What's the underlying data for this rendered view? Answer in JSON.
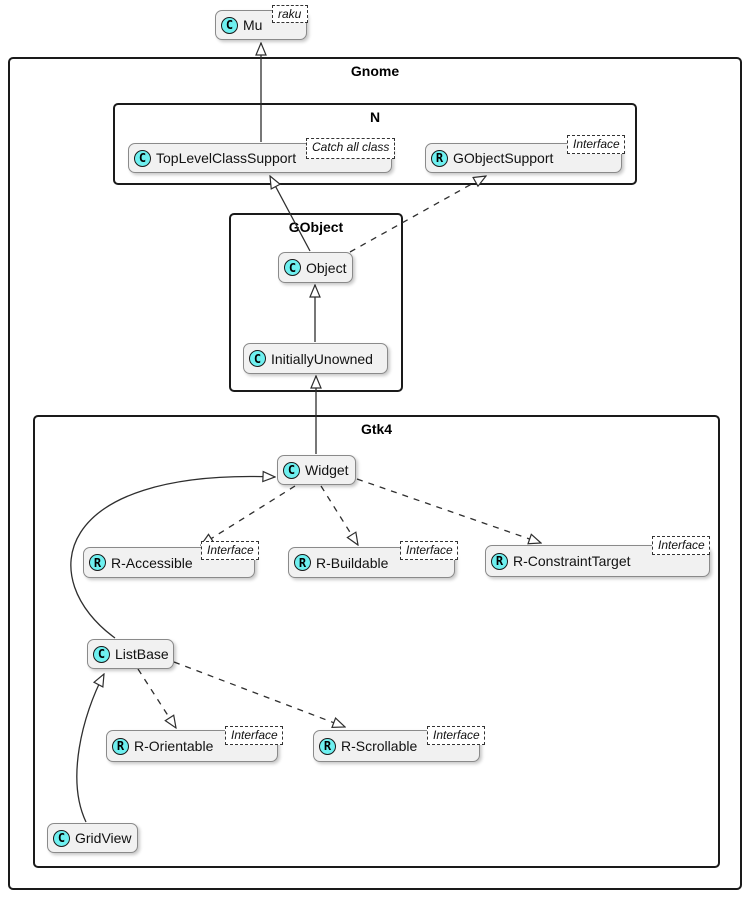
{
  "diagram": {
    "packages": {
      "gnome": "Gnome",
      "n": "N",
      "gobject": "GObject",
      "gtk4": "Gtk4"
    },
    "nodes": {
      "mu": {
        "letter": "C",
        "label": "Mu",
        "note": "raku"
      },
      "toplevel": {
        "letter": "C",
        "label": "TopLevelClassSupport",
        "note": "Catch all class"
      },
      "gobjectsupport": {
        "letter": "R",
        "label": "GObjectSupport",
        "note": "Interface"
      },
      "object": {
        "letter": "C",
        "label": "Object"
      },
      "initiallyunowned": {
        "letter": "C",
        "label": "InitiallyUnowned"
      },
      "widget": {
        "letter": "C",
        "label": "Widget"
      },
      "raccessible": {
        "letter": "R",
        "label": "R-Accessible",
        "note": "Interface"
      },
      "rbuildable": {
        "letter": "R",
        "label": "R-Buildable",
        "note": "Interface"
      },
      "rconstrainttarget": {
        "letter": "R",
        "label": "R-ConstraintTarget",
        "note": "Interface"
      },
      "listbase": {
        "letter": "C",
        "label": "ListBase"
      },
      "rorientable": {
        "letter": "R",
        "label": "R-Orientable",
        "note": "Interface"
      },
      "rscrollable": {
        "letter": "R",
        "label": "R-Scrollable",
        "note": "Interface"
      },
      "gridview": {
        "letter": "C",
        "label": "GridView"
      }
    },
    "edges": [
      {
        "from": "TopLevelClassSupport",
        "to": "Mu",
        "type": "inheritance"
      },
      {
        "from": "Object",
        "to": "TopLevelClassSupport",
        "type": "inheritance"
      },
      {
        "from": "Object",
        "to": "GObjectSupport",
        "type": "realization"
      },
      {
        "from": "InitiallyUnowned",
        "to": "Object",
        "type": "inheritance"
      },
      {
        "from": "Widget",
        "to": "InitiallyUnowned",
        "type": "inheritance"
      },
      {
        "from": "Widget",
        "to": "R-Accessible",
        "type": "realization"
      },
      {
        "from": "Widget",
        "to": "R-Buildable",
        "type": "realization"
      },
      {
        "from": "Widget",
        "to": "R-ConstraintTarget",
        "type": "realization"
      },
      {
        "from": "ListBase",
        "to": "Widget",
        "type": "inheritance"
      },
      {
        "from": "ListBase",
        "to": "R-Orientable",
        "type": "realization"
      },
      {
        "from": "ListBase",
        "to": "R-Scrollable",
        "type": "realization"
      },
      {
        "from": "GridView",
        "to": "ListBase",
        "type": "inheritance"
      }
    ],
    "colors": {
      "spot_fill": "#6ef0f0",
      "box_fill": "#f1f1f1",
      "box_border": "#8a8a8a",
      "package_border": "#1a1a1a",
      "edge": "#2e2e2e",
      "note_bg": "#ffffff"
    }
  }
}
